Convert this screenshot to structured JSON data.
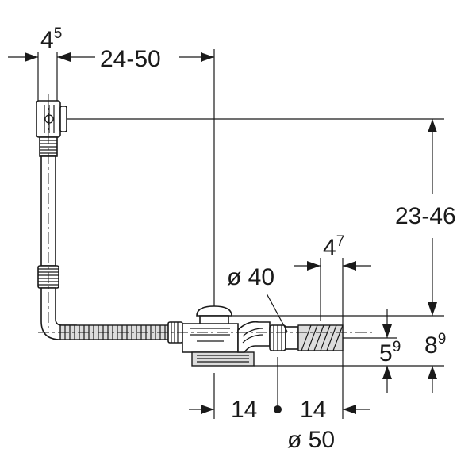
{
  "dimensions": {
    "top_left": {
      "base": "4",
      "sup": "5"
    },
    "top_span": {
      "text": "24-50"
    },
    "right_height": {
      "text": "23-46"
    },
    "mid_width": {
      "base": "4",
      "sup": "7"
    },
    "inner_diameter": {
      "text": "ø 40"
    },
    "small_height": {
      "base": "5",
      "sup": "9"
    },
    "total_height": {
      "base": "8",
      "sup": "9"
    },
    "bottom_left": {
      "text": "14"
    },
    "bottom_right": {
      "text": "14"
    },
    "outer_diameter": {
      "text": "ø 50"
    }
  },
  "colors": {
    "line": "#1a1a1a",
    "hatch_fill": "#dcdcdc",
    "background": "#ffffff"
  }
}
